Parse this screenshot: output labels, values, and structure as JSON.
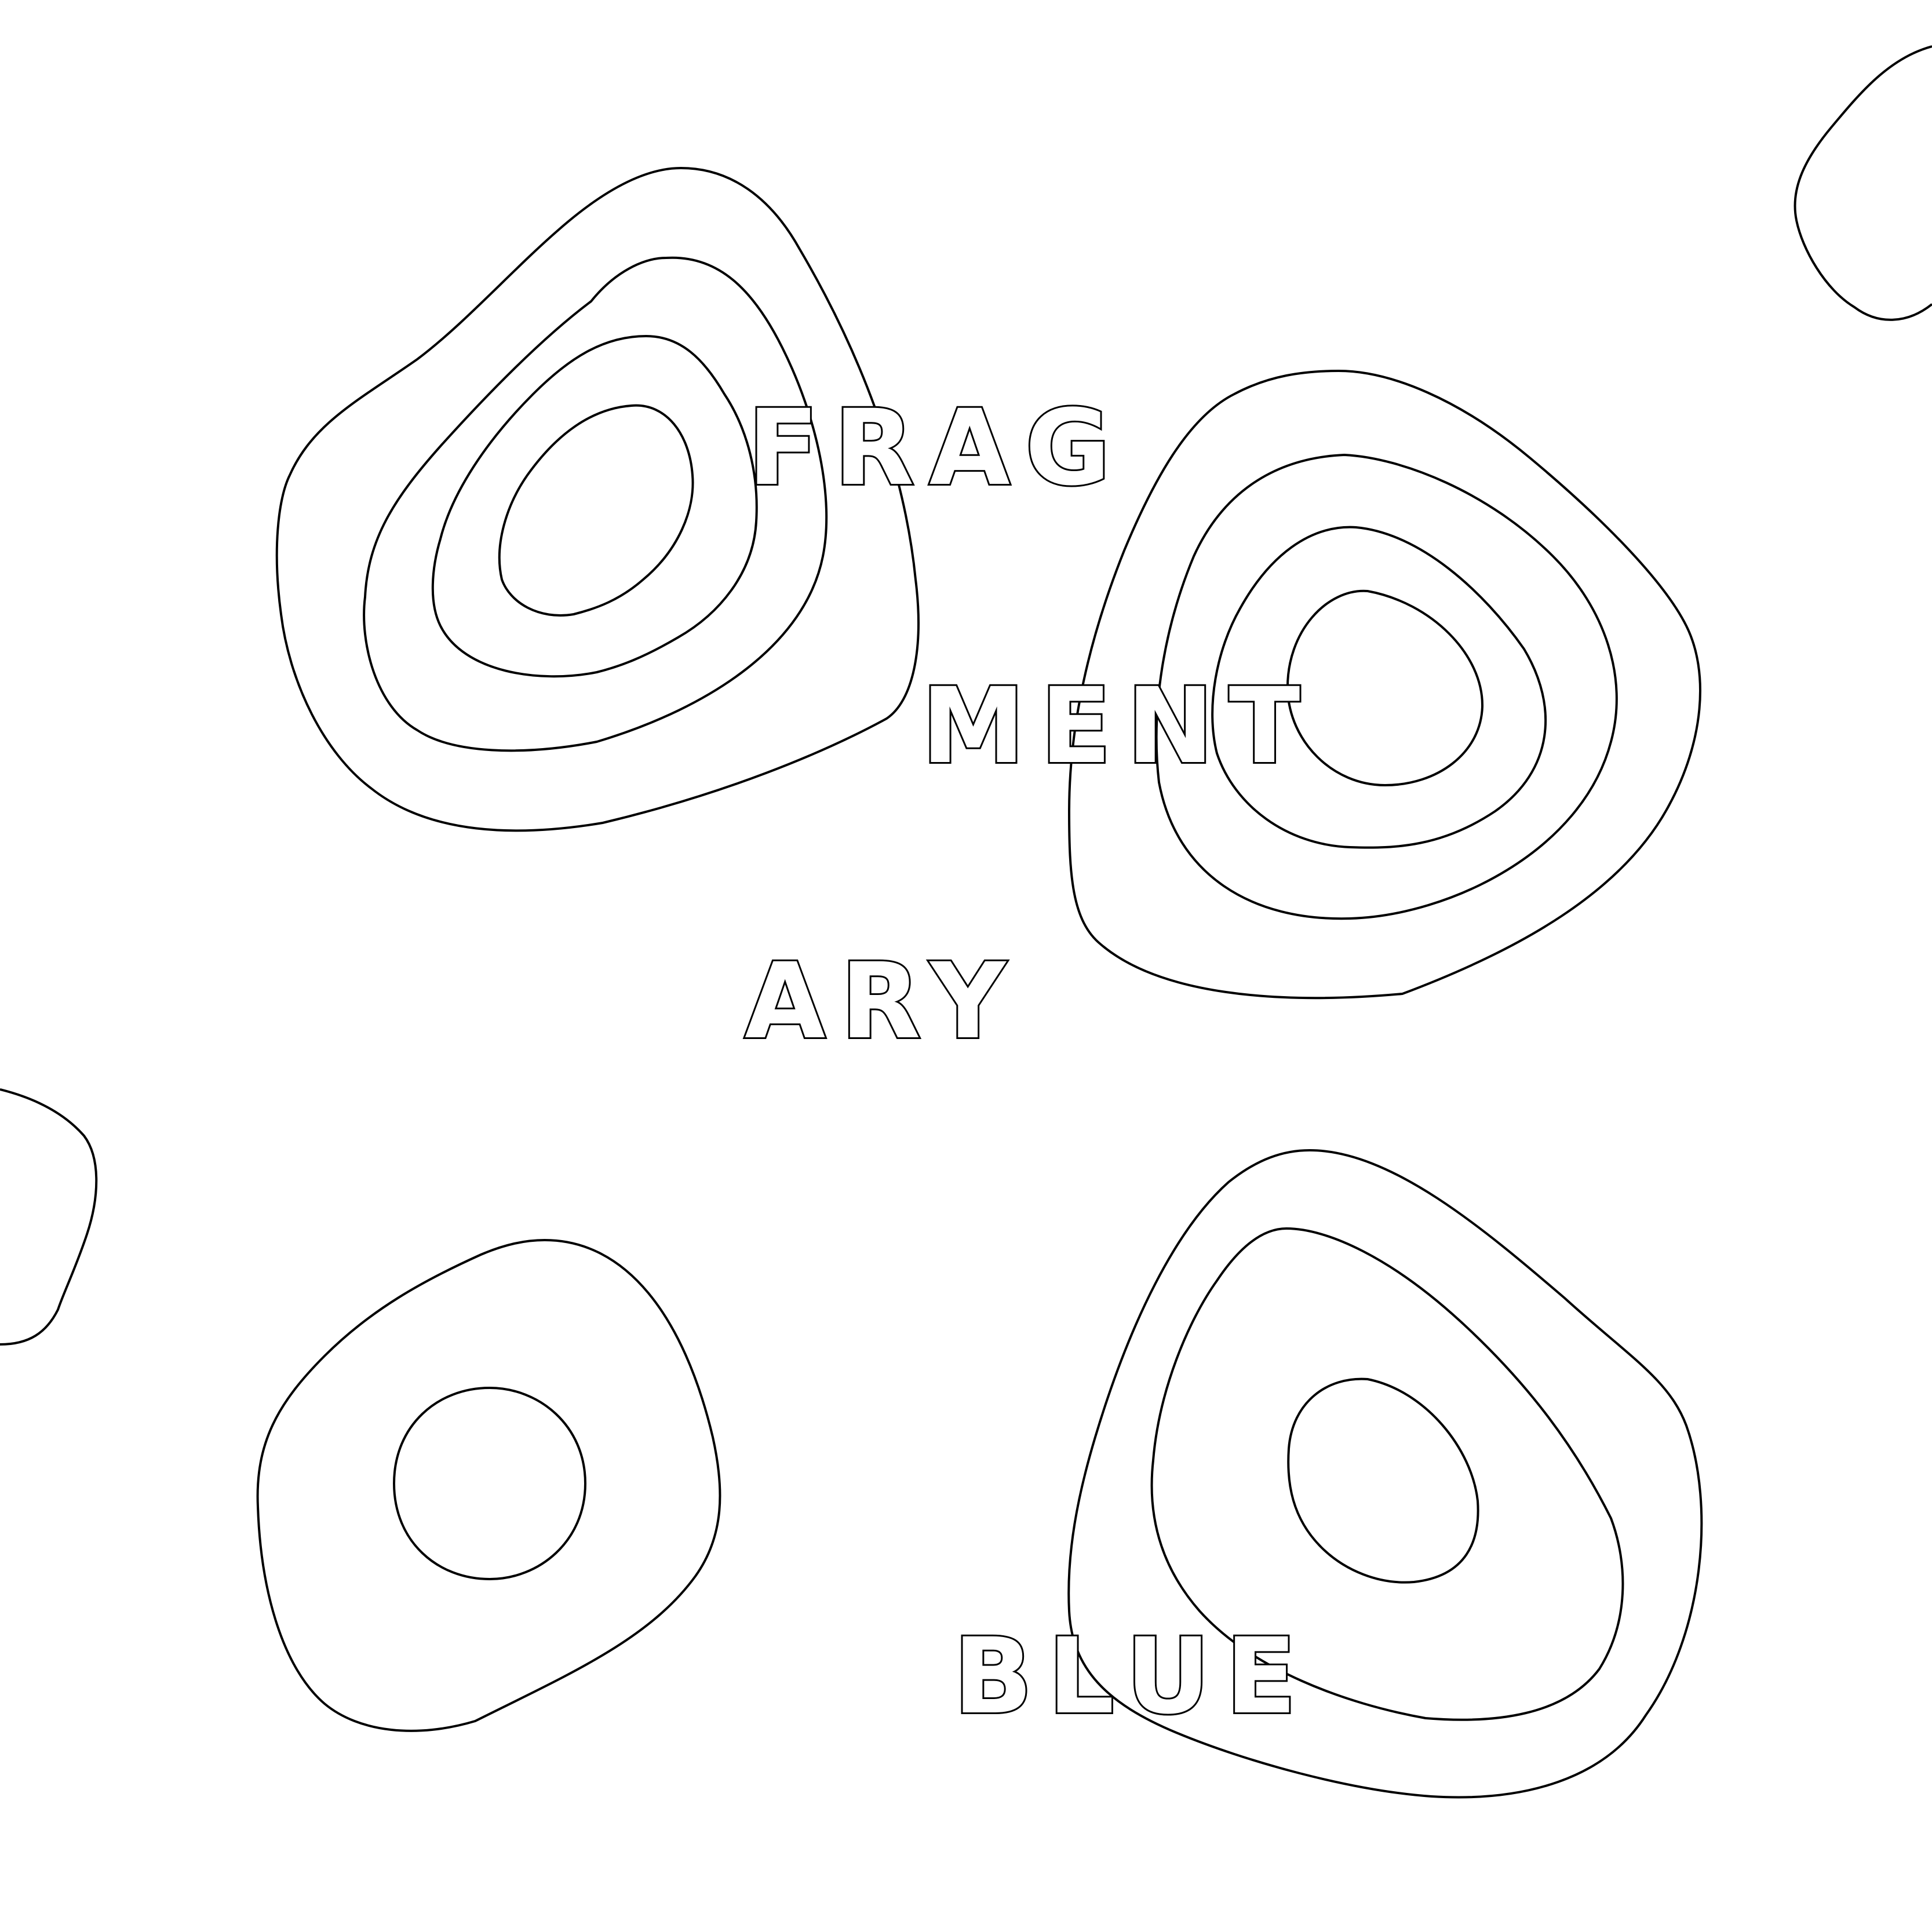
{
  "poster": {
    "words": [
      "FRAG",
      "MENT",
      "ARY",
      "BLUE"
    ]
  },
  "colors": {
    "background": "#ffffff",
    "line": "#000000"
  }
}
